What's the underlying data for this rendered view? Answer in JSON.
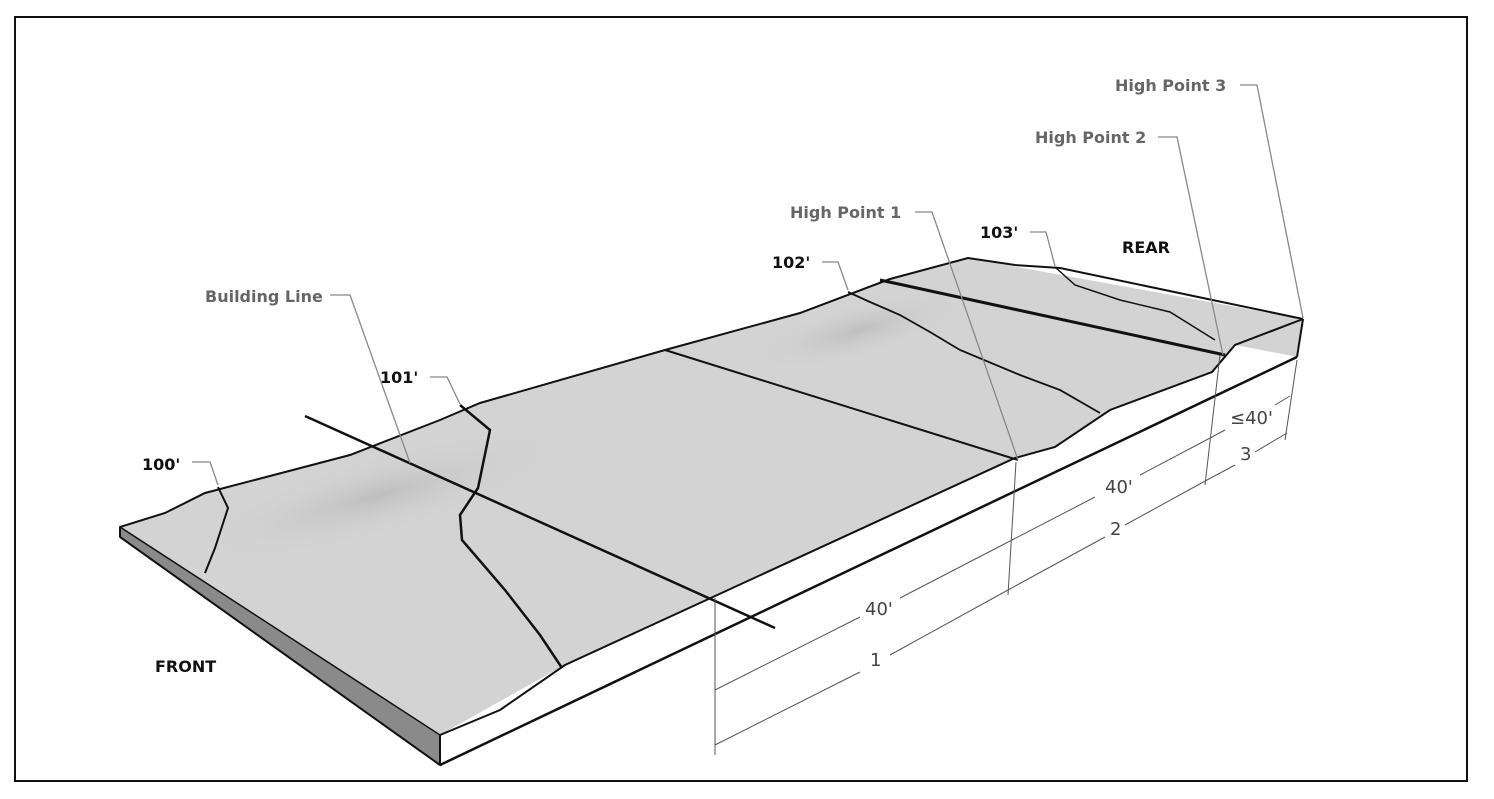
{
  "labels": {
    "front": "FRONT",
    "rear": "REAR",
    "building_line": "Building Line",
    "contour_100": "100'",
    "contour_101": "101'",
    "contour_102": "102'",
    "contour_103": "103'",
    "high_point_1": "High Point 1",
    "high_point_2": "High Point 2",
    "high_point_3": "High Point 3"
  },
  "dimensions": {
    "seg1_length": "40'",
    "seg2_length": "40'",
    "seg3_length": "≤40'",
    "seg1_index": "1",
    "seg2_index": "2",
    "seg3_index": "3"
  },
  "colors": {
    "surface": "#d3d3d3",
    "side_shadow": "#8a8a8a",
    "side_light": "#ffffff",
    "leader_grey": "#888888"
  }
}
